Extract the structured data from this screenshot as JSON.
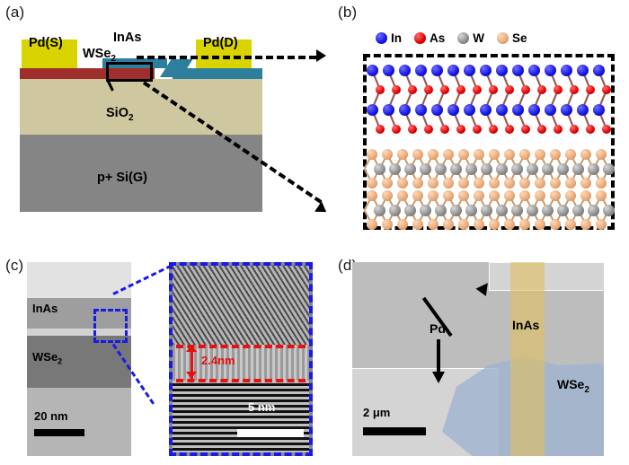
{
  "figure": {
    "type": "multi-panel scientific figure",
    "panels": [
      "a",
      "b",
      "c",
      "d"
    ]
  },
  "panel_a": {
    "label": "(a)",
    "caption_type": "device cross-section schematic",
    "layers": [
      {
        "name": "p+ Si(G)",
        "label": "p+ Si(G)",
        "color": "#858585"
      },
      {
        "name": "SiO2",
        "label": "SiO",
        "sub": "2",
        "color": "#cfc79f"
      },
      {
        "name": "WSe2",
        "label": "WSe",
        "sub": "2",
        "color": "#9e2f2c"
      },
      {
        "name": "InAs",
        "label": "InAs",
        "color": "#2e7e9e"
      }
    ],
    "electrodes": [
      {
        "name": "source",
        "label": "Pd(S)",
        "color": "#d9d400"
      },
      {
        "name": "drain",
        "label": "Pd(D)",
        "color": "#d9d400"
      }
    ],
    "labels": {
      "pd_source": "Pd(S)",
      "pd_drain": "Pd(D)",
      "wse2": "WSe",
      "wse2_sub": "2",
      "inas": "InAs",
      "sio2": "SiO",
      "sio2_sub": "2",
      "si": "p+ Si(G)"
    },
    "zoom_region": "black rectangle at InAs/WSe2 junction"
  },
  "panel_b": {
    "label": "(b)",
    "caption_type": "atomic lattice structure of InAs on WSe2",
    "legend": [
      {
        "symbol": "In",
        "color": "#1414e0"
      },
      {
        "symbol": "As",
        "color": "#e00000"
      },
      {
        "symbol": "W",
        "color": "#8c8c8c"
      },
      {
        "symbol": "Se",
        "color": "#e8a878"
      }
    ],
    "structure": {
      "inas_rows": 4,
      "wse2_layers": 2,
      "wse2_row_order": [
        "Se",
        "W",
        "Se"
      ]
    },
    "border": "black dashed"
  },
  "panel_c": {
    "label": "(c)",
    "caption_type": "cross-sectional TEM image",
    "labels": {
      "inas": "InAs",
      "wse2": "WSe",
      "wse2_sub": "2"
    },
    "scale_bar_left": "20 nm",
    "scale_bar_right": "5 nm",
    "measurement": "2.4nm",
    "measurement_color": "#e81010",
    "inset_border_color": "#1a1ae6"
  },
  "panel_d": {
    "label": "(d)",
    "caption_type": "false-color optical/SEM image of the device",
    "labels": {
      "pd": "Pd",
      "inas": "InAs",
      "wse2": "WSe",
      "wse2_sub": "2"
    },
    "scale_bar": "2 μm",
    "overlay_colors": {
      "wse2": "#9db4d0",
      "inas": "#e0c060"
    }
  }
}
